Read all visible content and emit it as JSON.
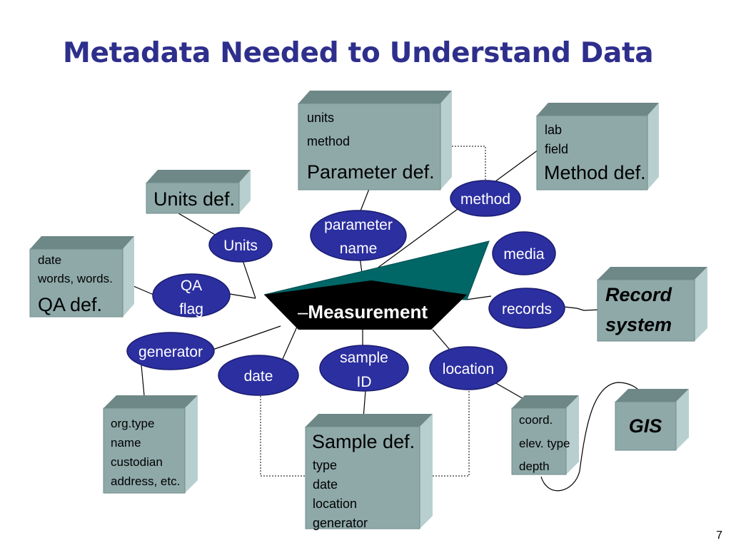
{
  "title": "Metadata Needed to Understand Data",
  "page_number": "7",
  "center": {
    "prefix": "–",
    "label": "Measurement"
  },
  "boxes": {
    "parameter": {
      "small": [
        "units",
        "method"
      ],
      "big": "Parameter def."
    },
    "method": {
      "small": [
        "lab",
        "field"
      ],
      "big": "Method def."
    },
    "units": {
      "big": "Units def."
    },
    "qa": {
      "small": [
        "date",
        "words, words."
      ],
      "big": "QA def."
    },
    "record": {
      "lines": [
        "Record",
        "system"
      ]
    },
    "generator": {
      "lines": [
        "org.type",
        "name",
        "custodian",
        "address, etc."
      ]
    },
    "sample": {
      "big": "Sample def.",
      "small": [
        "type",
        "date",
        "location",
        "generator"
      ]
    },
    "location": {
      "lines": [
        "coord.",
        "elev. type",
        "depth"
      ]
    },
    "gis": {
      "label": "GIS"
    }
  },
  "ovals": {
    "method": [
      "method"
    ],
    "parameter_name": [
      "parameter",
      "name"
    ],
    "units": [
      "Units"
    ],
    "media": [
      "media"
    ],
    "qa_flag": [
      "QA",
      "flag"
    ],
    "records": [
      "records"
    ],
    "generator": [
      "generator"
    ],
    "date": [
      "date"
    ],
    "sample_id": [
      "sample",
      "ID"
    ],
    "location": [
      "location"
    ]
  },
  "colors": {
    "title": "#2e2f8c",
    "oval": "#2c2fa0",
    "box": "#8fa9a9",
    "center": "#000000",
    "wedge": "#006666"
  }
}
